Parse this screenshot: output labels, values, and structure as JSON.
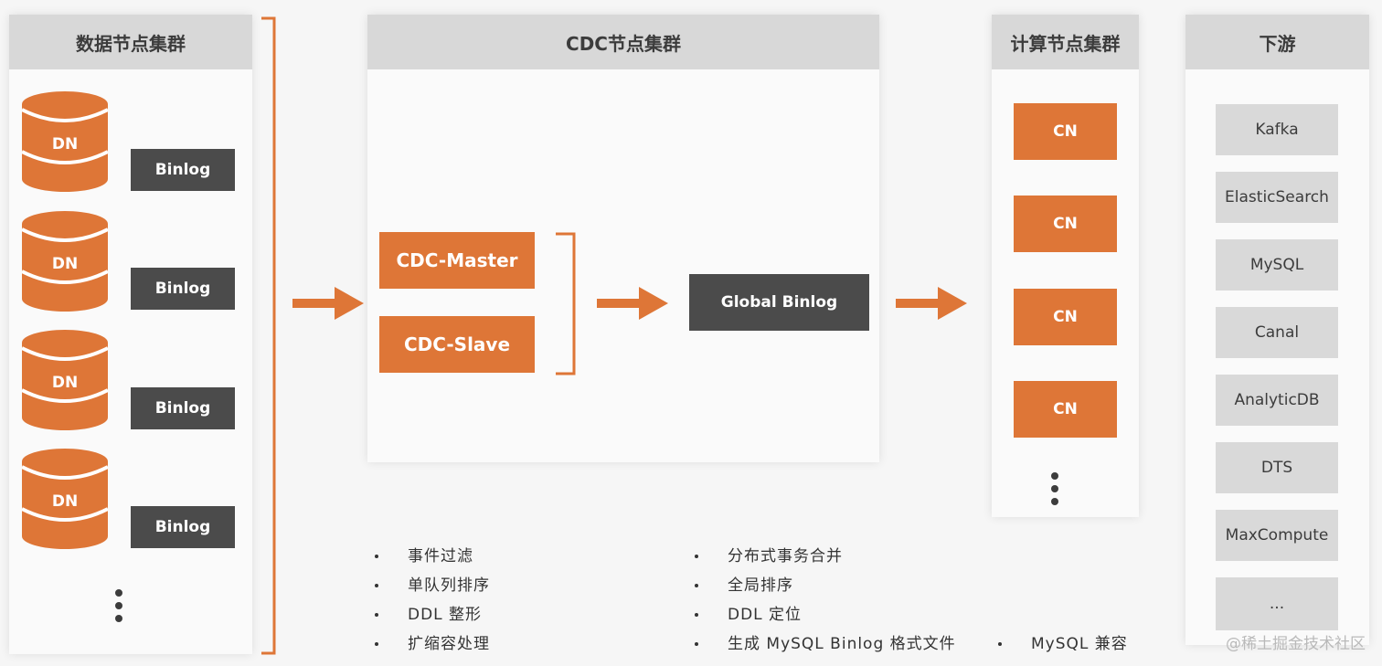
{
  "sections": {
    "data_nodes": "数据节点集群",
    "cdc_nodes": "CDC节点集群",
    "compute_nodes": "计算节点集群",
    "downstream": "下游"
  },
  "data_nodes": [
    {
      "db_label": "DN",
      "log_label": "Binlog"
    },
    {
      "db_label": "DN",
      "log_label": "Binlog"
    },
    {
      "db_label": "DN",
      "log_label": "Binlog"
    },
    {
      "db_label": "DN",
      "log_label": "Binlog"
    }
  ],
  "cdc": {
    "master": "CDC-Master",
    "slave": "CDC-Slave",
    "global_binlog": "Global Binlog"
  },
  "compute": [
    "CN",
    "CN",
    "CN",
    "CN"
  ],
  "downstream": [
    "Kafka",
    "ElasticSearch",
    "MySQL",
    "Canal",
    "AnalyticDB",
    "DTS",
    "MaxCompute",
    "..."
  ],
  "features_left": [
    "事件过滤",
    "单队列排序",
    "DDL 整形",
    "扩缩容处理"
  ],
  "features_right": [
    "分布式事务合并",
    "全局排序",
    "DDL 定位",
    "生成 MySQL Binlog 格式文件"
  ],
  "feature_extra": "MySQL 兼容",
  "colors": {
    "accent": "#de7637",
    "dark": "#4b4b4b",
    "header": "#d8d8d8"
  },
  "watermark": "@稀土掘金技术社区"
}
